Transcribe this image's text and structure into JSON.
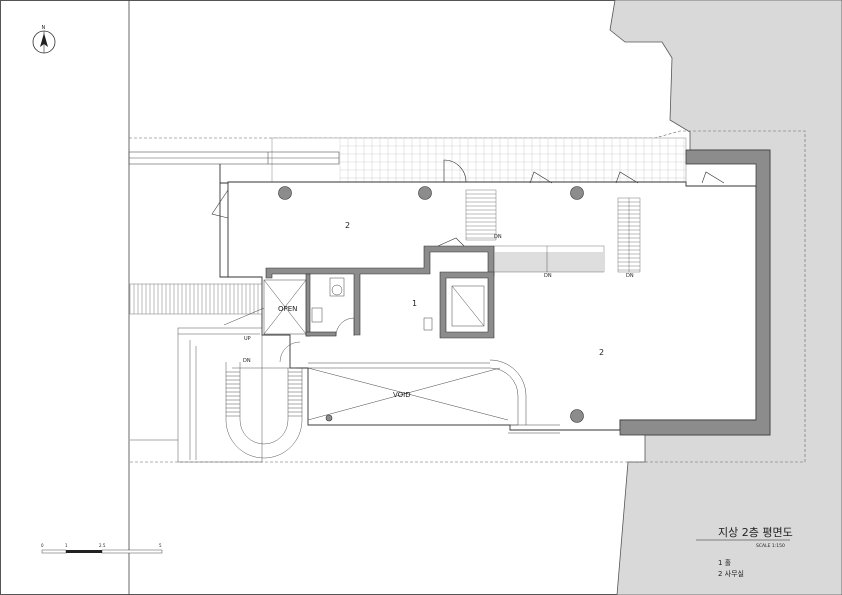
{
  "north": {
    "label": "N"
  },
  "labels": {
    "room_2_top": "2",
    "room_1": "1",
    "room_2_main": "2",
    "open": "OPEN",
    "void": "VOID",
    "dn_1": "DN",
    "dn_2": "DN",
    "dn_3": "DN",
    "dn_4": "DN",
    "up": "UP"
  },
  "scale_bar": {
    "ticks": [
      "0",
      "1",
      "2.5",
      "5"
    ]
  },
  "title_block": {
    "title": "지상 2층 평면도",
    "scale": "SCALE 1:150",
    "legend": [
      "1 홀",
      "2 사무실"
    ]
  },
  "colors": {
    "wall": "#8c8c8c",
    "terrain": "#d9d9d9",
    "line": "#333333"
  }
}
